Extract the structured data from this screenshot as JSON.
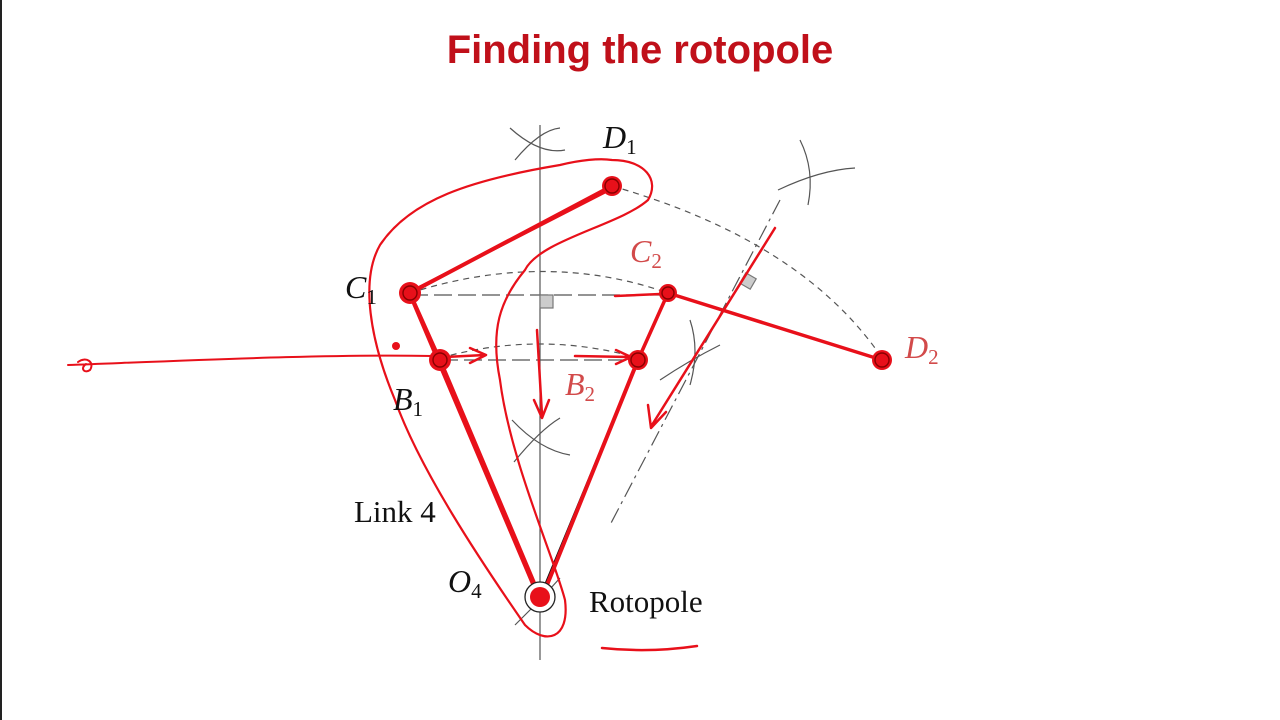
{
  "title": "Finding the rotopole",
  "colors": {
    "title": "#c0101a",
    "ink": "#e8101a",
    "line": "#111111",
    "construction": "#555555",
    "c2_label": "#d24a4a"
  },
  "labels": {
    "d1": {
      "base": "D",
      "sub": "1"
    },
    "c1": {
      "base": "C",
      "sub": "1"
    },
    "c2": {
      "base": "C",
      "sub": "2"
    },
    "b1": {
      "base": "B",
      "sub": "1"
    },
    "b2": {
      "base": "B",
      "sub": "2"
    },
    "d2": {
      "base": "D",
      "sub": "2"
    },
    "o4": {
      "base": "O",
      "sub": "4"
    },
    "link": "Link 4",
    "rotopole": "Rotopole"
  }
}
